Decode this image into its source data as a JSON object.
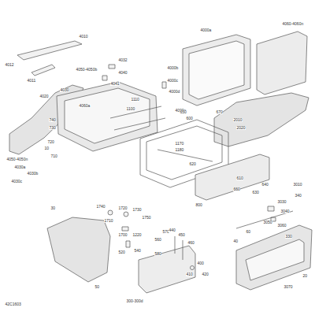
{
  "diagram": {
    "labels": [
      "4010",
      "4012",
      "4011",
      "4020",
      "4030",
      "4060a",
      "4050-4050b",
      "4032",
      "4040",
      "4041",
      "4000a",
      "4000b",
      "4000c",
      "4000d",
      "4000e",
      "4060-4060n",
      "4050-4050n",
      "4030a",
      "4030b",
      "4030c",
      "10",
      "740",
      "730",
      "720",
      "710",
      "1110",
      "1100",
      "650",
      "600",
      "1170",
      "1180",
      "670",
      "2010",
      "2020",
      "620",
      "610",
      "640",
      "660",
      "800",
      "630",
      "30",
      "1740",
      "1710",
      "1720",
      "1730",
      "1750",
      "1700",
      "1220",
      "540",
      "520",
      "50",
      "300-300d",
      "560",
      "570",
      "580",
      "440",
      "450",
      "460",
      "400",
      "410",
      "420",
      "60",
      "40",
      "3010",
      "340",
      "3030",
      "3040",
      "3050",
      "3060",
      "330",
      "20",
      "3070",
      "42C1603"
    ]
  }
}
